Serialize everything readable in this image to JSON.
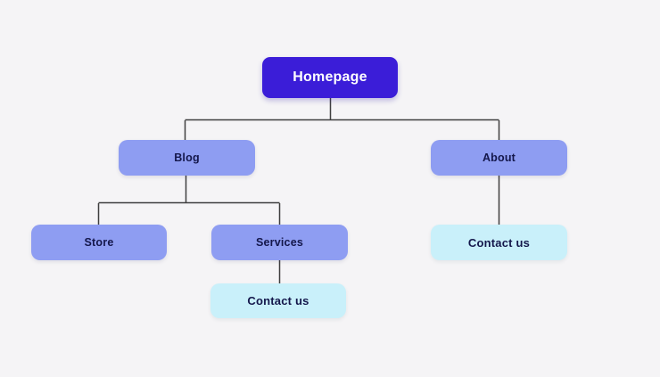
{
  "diagram": {
    "type": "sitemap-tree",
    "colors": {
      "canvas": "#f5f4f6",
      "root_fill": "#3b1dd8",
      "root_text": "#ffffff",
      "page_fill": "#8e9df2",
      "page_text": "#14174b",
      "subpage_fill": "#c9f0fa",
      "subpage_text": "#14174b",
      "connector": "#3f3f3f"
    },
    "nodes": {
      "homepage": {
        "label": "Homepage",
        "level": 0
      },
      "blog": {
        "label": "Blog",
        "level": 1
      },
      "about": {
        "label": "About",
        "level": 1
      },
      "store": {
        "label": "Store",
        "level": 2
      },
      "services": {
        "label": "Services",
        "level": 2
      },
      "contact_services": {
        "label": "Contact us",
        "level": 3
      },
      "contact_about": {
        "label": "Contact us",
        "level": 2
      }
    },
    "edges": [
      {
        "from": "Homepage",
        "to": "Blog"
      },
      {
        "from": "Homepage",
        "to": "About"
      },
      {
        "from": "Blog",
        "to": "Store"
      },
      {
        "from": "Blog",
        "to": "Services"
      },
      {
        "from": "Services",
        "to": "Contact us"
      },
      {
        "from": "About",
        "to": "Contact us"
      }
    ]
  }
}
